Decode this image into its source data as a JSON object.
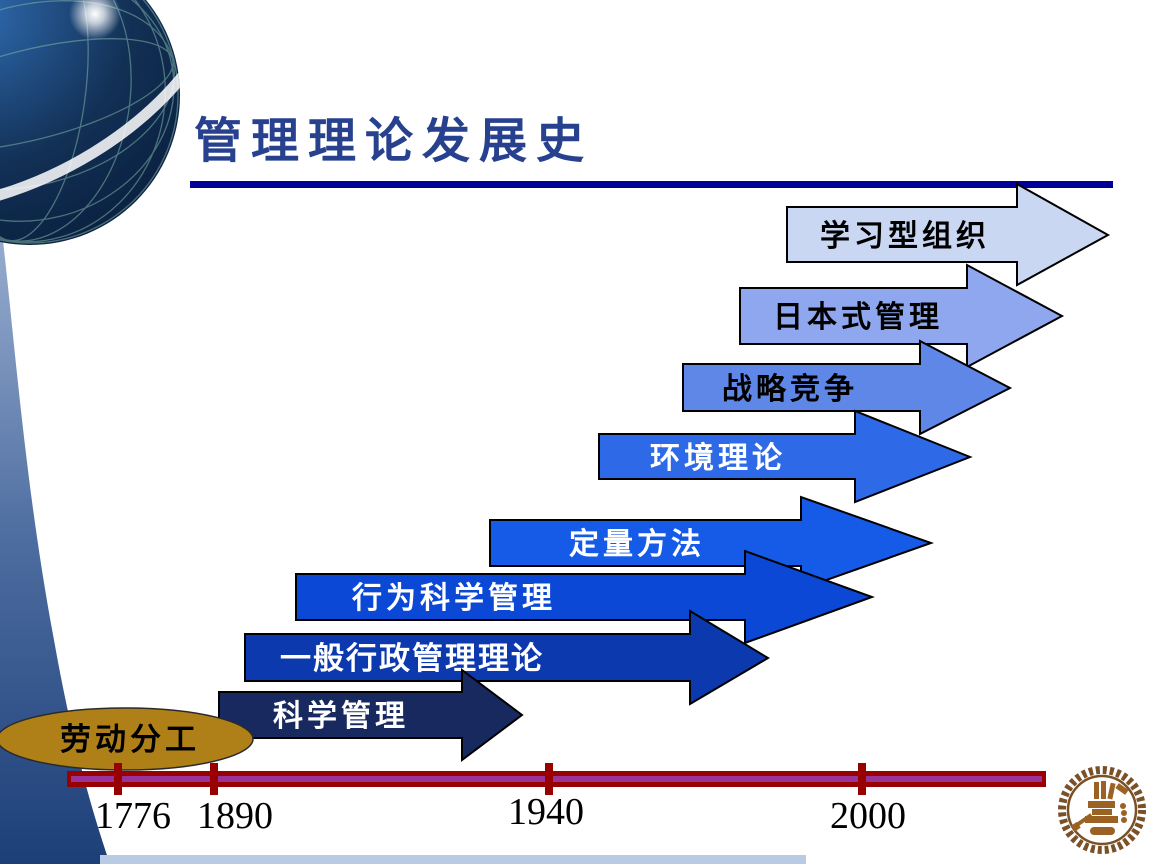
{
  "slide_title": {
    "text": "管理理论发展史",
    "color": "#27418f",
    "underline_color": "#000099"
  },
  "arrows": [
    {
      "label": "学习型组织",
      "fill": "#c9d7f2",
      "text_color": "#000000"
    },
    {
      "label": "日本式管理",
      "fill": "#8fa7ee",
      "text_color": "#000000"
    },
    {
      "label": "战略竞争",
      "fill": "#5f87e8",
      "text_color": "#000000"
    },
    {
      "label": "环境理论",
      "fill": "#2e6ae8",
      "text_color": "#ffffff"
    },
    {
      "label": "定量方法",
      "fill": "#155be8",
      "text_color": "#ffffff"
    },
    {
      "label": "行为科学管理",
      "fill": "#0b48d5",
      "text_color": "#ffffff"
    },
    {
      "label": "一般行政管理理论",
      "fill": "#0c3aae",
      "text_color": "#ffffff"
    },
    {
      "label": "科学管理",
      "fill": "#17295f",
      "text_color": "#ffffff"
    }
  ],
  "origin": {
    "label": "劳动分工",
    "fill": "#b08018",
    "text_color": "#000000"
  },
  "timeline": {
    "bar_color": "#990000",
    "stripe_color": "#993399",
    "tick_color": "#990000",
    "year_color": "#000000",
    "years": [
      "1776",
      "1890",
      "1940",
      "2000"
    ]
  },
  "decorations": {
    "swoosh_top_color": "#9db1d2",
    "swoosh_mid_color": "#4d6da0",
    "swoosh_bottom_color": "#1d3f78",
    "globe_dark_color": "#081c3a",
    "globe_light_color": "#2f6bb0",
    "globe_wire_color": "#7fb2a6",
    "bottom_strip_color": "#b9cbe4",
    "logo_ring_color": "#7a5026",
    "logo_fill_color": "#9c6224"
  }
}
